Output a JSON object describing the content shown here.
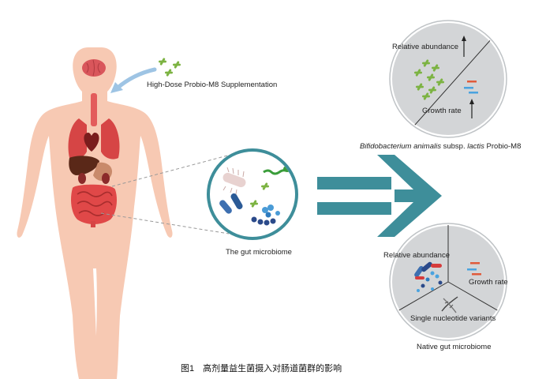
{
  "supplement_label": "High-Dose Probio-M8 Supplementation",
  "gut_label": "The gut microbiome",
  "top_circle": {
    "relative_abundance": "Relative abundance",
    "growth_rate": "Growth rate",
    "caption_italic_1": "Bifidobacterium animalis",
    "caption_plain_1": " subsp. ",
    "caption_italic_2": "lactis",
    "caption_plain_2": " Probio-M8"
  },
  "bottom_circle": {
    "relative_abundance": "Relative abundance",
    "growth_rate": "Growth rate",
    "snv": "Single nucleotide variants",
    "caption": "Native gut microbiome"
  },
  "figure_caption": "图1　高剂量益生菌摄入对肠道菌群的影响",
  "colors": {
    "skin": "#f7c9b3",
    "circle_fill": "#d5d7d9",
    "arrow": "#3e8e9a",
    "green_bacteria": "#7cb342",
    "blue_bacteria": "#3d6fb0"
  }
}
